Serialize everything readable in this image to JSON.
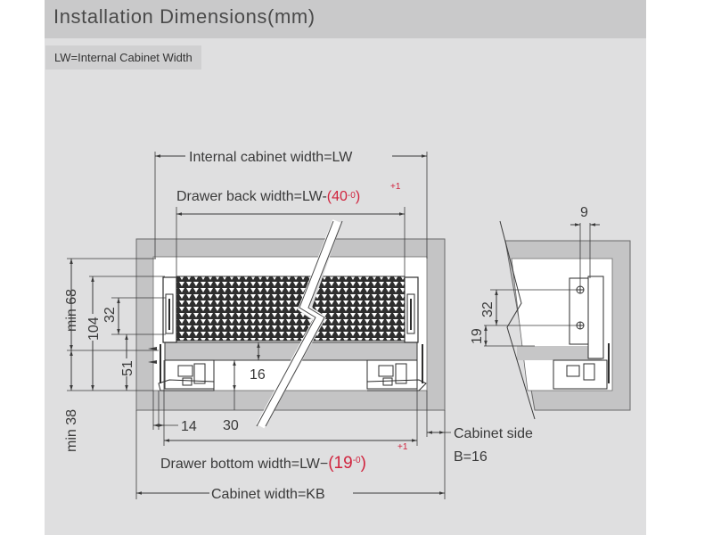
{
  "header": {
    "title": "Installation Dimensions(mm)"
  },
  "note": {
    "text": "LW=Internal Cabinet Width"
  },
  "front_view": {
    "internal_cabinet_width": "Internal cabinet width=LW",
    "drawer_back_width": {
      "prefix": "Drawer back width=LW-",
      "open": "(",
      "value": "40",
      "tol_plus": "+1",
      "tol_minus": "-0",
      "close": ")"
    },
    "drawer_bottom_width": {
      "prefix": "Drawer bottom width=LW−",
      "open": "(",
      "value": "19",
      "tol_plus": "+1",
      "tol_minus": "-0",
      "close": ")"
    },
    "cabinet_width": "Cabinet width=KB",
    "cabinet_side": {
      "line1": "Cabinet side",
      "line2": "B=16"
    },
    "dims": {
      "min68": "min 68",
      "min38": "min 38",
      "d104": "104",
      "d32": "32",
      "d51": "51",
      "d16": "16",
      "d30": "30",
      "d14": "14"
    }
  },
  "side_view": {
    "dims": {
      "d9": "9",
      "d32": "32",
      "d19": "19"
    }
  },
  "colors": {
    "accent_red": "#d0243e",
    "panel": "#dfdfe0",
    "header": "#c9c9ca",
    "line": "#3a3a3a"
  }
}
